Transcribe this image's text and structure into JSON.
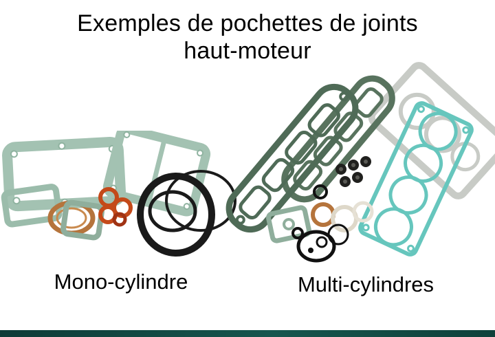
{
  "page": {
    "title_line1": "Exemples de pochettes de joints",
    "title_line2": "haut-moteur"
  },
  "figures": {
    "mono": {
      "label": "Mono-cylindre"
    },
    "multi": {
      "label": "Multi-cylindres"
    }
  },
  "colors": {
    "background": "#ffffff",
    "text": "#000000",
    "gasket_pale_green": "#a3c2b2",
    "gasket_dark_green": "#58735e",
    "gasket_teal": "#66c6bd",
    "gasket_gray": "#c8cbc6",
    "oring_black": "#1a1a1a",
    "oring_orange": "#c44a1a",
    "copper_washer": "#b5743c",
    "bottom_strip": "#11473f"
  }
}
